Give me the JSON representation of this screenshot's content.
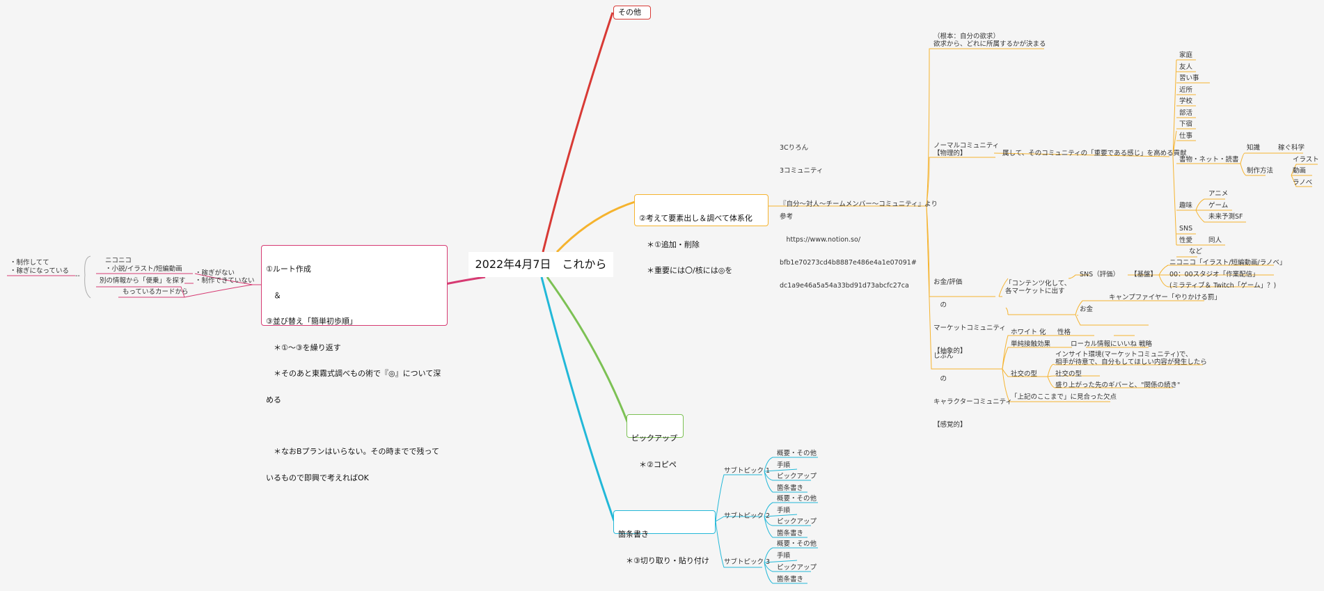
{
  "colors": {
    "red": "#d83a35",
    "orange": "#f5b32e",
    "green": "#7cc154",
    "cyan": "#22b8d8",
    "pink": "#d63a72"
  },
  "central": "2022年4月7日　これから",
  "branch_other": "その他",
  "branch_think": {
    "title": "②考えて要素出し＆調べて体系化",
    "l2": "　＊①追加・削除",
    "l3": "　＊重要には〇/核には◎を"
  },
  "branch_pickup": {
    "title": "ピックアップ",
    "l2": "　＊②コピペ"
  },
  "branch_bullets": {
    "title": "箇条書き",
    "l2": "　＊③切り取り・貼り付け"
  },
  "branch_left": {
    "l1": "①ルート作成",
    "l2": "　＆",
    "l3": "③並び替え「簡単初歩順」",
    "l4": "　＊①～③を繰り返す",
    "l5": "　＊そのあと東霧式調べもの術で『◎』について深",
    "l6": "める",
    "l7": "",
    "l8": "　＊なおBプランはいらない。その時までで残って",
    "l9": "いるもので即興で考えればOK"
  },
  "left_nodes": {
    "niconico": "ニコニコ",
    "novel": "・小説/イラスト/短編動画",
    "other_info": "別の情報から「便乗」を探す",
    "cards": "もっているカードから",
    "no_earn": "・稼ぎがない",
    "no_make": "・制作できていない",
    "dash": "--",
    "made": "・制作してて",
    "earning": "・稼ぎになっている"
  },
  "think_detail": {
    "note1": "3Cりろん",
    "note2": "3コミュニティ",
    "note3": "",
    "note4": "参考",
    "note5": "　https://www.notion.so/",
    "note6": "bfb1e70273cd4b8887e486e4a1e07091#",
    "note7": "dc1a9e46a5a54a33bd91d73abcfc27ca",
    "self": "『自分～対人～チームメンバー～コミュニティ』より",
    "root1": "（根本：自分の欲求）",
    "root2": "欲求から、どれに所属するかが決まる",
    "normal1": "ノーマルコミュニティ",
    "normal2": "【物理的】",
    "belong": "属して、そのコミュニティの「重要である感じ」を高める貢献",
    "list": [
      "家庭",
      "友人",
      "習い事",
      "近所",
      "学校",
      "部活",
      "下宿",
      "仕事"
    ],
    "books": "書物・ネット・読書",
    "knowledge": "知識",
    "earn_sci": "稼ぐ科学",
    "method": "制作方法",
    "illust": "イラスト",
    "movie": "動画",
    "ranobe": "ラノベ",
    "hobby": "趣味",
    "anime": "アニメ",
    "game": "ゲーム",
    "future": "未来予測SF",
    "sns": "SNS",
    "love": "性愛",
    "doujin": "同人",
    "etc": "など",
    "money1": "お金/評価",
    "money2": "　の",
    "money3": "マーケットコミュニティ",
    "money4": "【抽象的】",
    "content1": "「コンテンツ化して、",
    "content2": "各マーケットに出す",
    "sns_eval": "SNS（評価）",
    "basic": "【基盤】",
    "nico_ill": "ニコニコ「イラスト/短編動画/ラノベ」",
    "studio": "00：00スタジオ「作業配信」",
    "mirrativ": "(ミラティブ＆ Twitch「ゲーム」？)",
    "okane": "お金",
    "camp": "キャンプファイヤー「やりかける罰」",
    "chara1": "じぶん",
    "chara2": "　の",
    "chara3": "キャラクターコミュニティ",
    "chara4": "【感覚的】",
    "white": "ホワイト 化",
    "seikaku": "性格",
    "tanjun": "単純接触効果",
    "local": "ローカル情報にいいね 戦略",
    "shako": "社交の型",
    "insight1": "インサイト環境(マーケットコミュニティ)で、",
    "insight2": "相手が待意で、自分もしてほしい内容が発生したら",
    "shako2": "社交の型",
    "moriagari": "盛り上がった先のギバーと、\"関係の続き\"",
    "above": "「上記のここまで」に見合った欠点"
  },
  "bullets_detail": {
    "sub1": "サブトピック 1",
    "sub2": "サブトピック 2",
    "sub3": "サブトピック 3",
    "gaiyou": "概要・その他",
    "tejun": "手順",
    "pickup": "ピックアップ",
    "kajou": "箇条書き"
  }
}
